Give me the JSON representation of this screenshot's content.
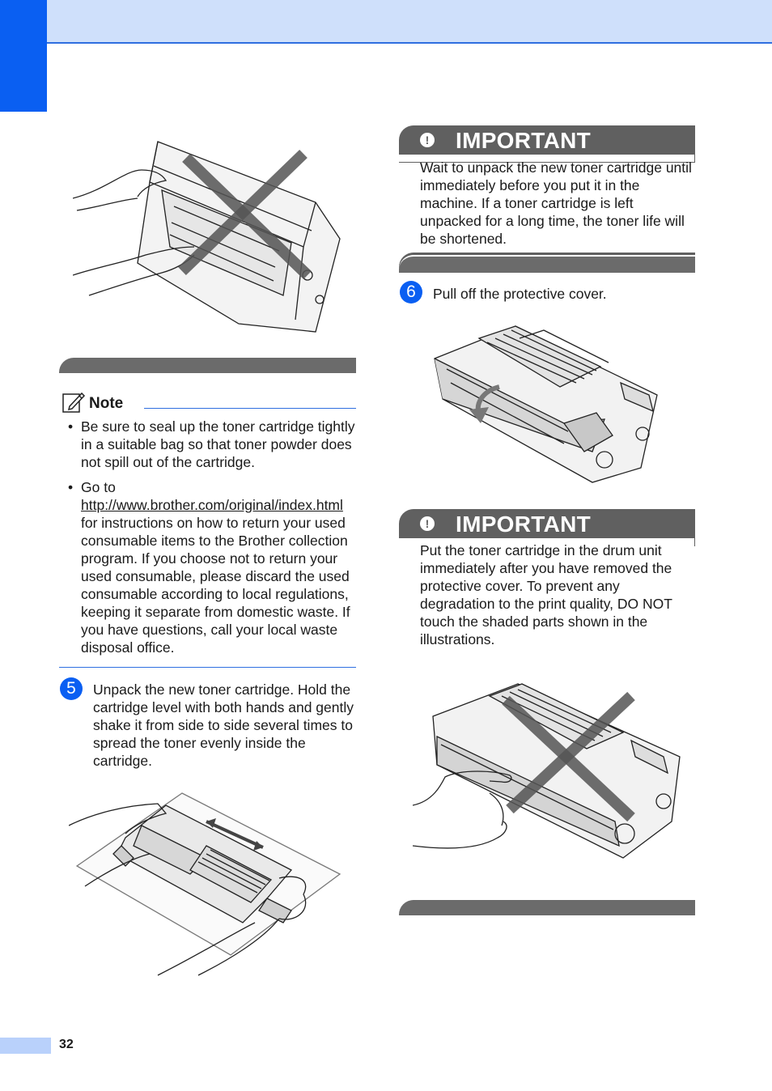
{
  "header": {
    "band_color": "#cfe0fb",
    "tab_color": "#0a5ff2"
  },
  "note": {
    "title": "Note",
    "icon": "note-pencil-icon",
    "bullet1": "Be sure to seal up the toner cartridge tightly in a suitable bag so that toner powder does not spill out of the cartridge.",
    "bullet2_prefix": "Go to ",
    "bullet2_link": "http://www.brother.com/original/index.html",
    "bullet2_rest": " for instructions on how to return your used consumable items to the Brother collection program. If you choose not to return your used consumable, please discard the used consumable according to local regulations, keeping it separate from domestic waste. If you have questions, call your local waste disposal office."
  },
  "step5": {
    "number": "5",
    "text": "Unpack the new toner cartridge. Hold the cartridge level with both hands and gently shake it from side to side several times to spread the toner evenly inside the cartridge."
  },
  "important1": {
    "title": "IMPORTANT",
    "icon": "exclamation-icon",
    "text": "Wait to unpack the new toner cartridge until immediately before you put it in the machine. If a toner cartridge is left unpacked for a long time, the toner life will be shortened."
  },
  "step6": {
    "number": "6",
    "text": "Pull off the protective cover."
  },
  "important2": {
    "title": "IMPORTANT",
    "icon": "exclamation-icon",
    "text": "Put the toner cartridge in the drum unit immediately after you have removed the protective cover. To prevent any degradation to the print quality, DO NOT touch the shaded parts shown in the illustrations."
  },
  "footer": {
    "page_number": "32"
  },
  "colors": {
    "accent": "#0a5ff2",
    "important_bar": "#606060",
    "grey_bar": "#6b6b6b"
  }
}
